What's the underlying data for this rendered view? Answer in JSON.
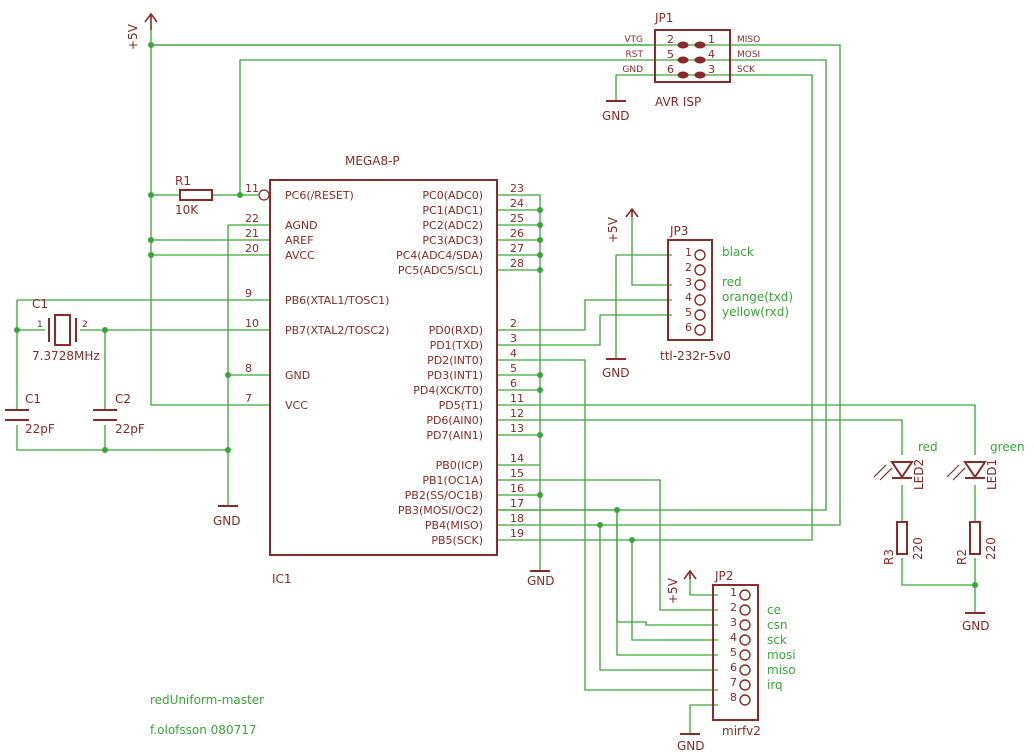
{
  "ic1": {
    "name": "IC1",
    "value": "MEGA8-P",
    "left_pins": [
      {
        "num": "1",
        "name": "PC6(/RESET)"
      },
      {
        "num": "22",
        "name": "AGND"
      },
      {
        "num": "21",
        "name": "AREF"
      },
      {
        "num": "20",
        "name": "AVCC"
      },
      {
        "num": "9",
        "name": "PB6(XTAL1/TOSC1)"
      },
      {
        "num": "10",
        "name": "PB7(XTAL2/TOSC2)"
      },
      {
        "num": "8",
        "name": "GND"
      },
      {
        "num": "7",
        "name": "VCC"
      }
    ],
    "right_pins": [
      {
        "num": "23",
        "name": "PC0(ADC0)"
      },
      {
        "num": "24",
        "name": "PC1(ADC1)"
      },
      {
        "num": "25",
        "name": "PC2(ADC2)"
      },
      {
        "num": "26",
        "name": "PC3(ADC3)"
      },
      {
        "num": "27",
        "name": "PC4(ADC4/SDA)"
      },
      {
        "num": "28",
        "name": "PC5(ADC5/SCL)"
      },
      {
        "num": "2",
        "name": "PD0(RXD)"
      },
      {
        "num": "3",
        "name": "PD1(TXD)"
      },
      {
        "num": "4",
        "name": "PD2(INT0)"
      },
      {
        "num": "5",
        "name": "PD3(INT1)"
      },
      {
        "num": "6",
        "name": "PD4(XCK/T0)"
      },
      {
        "num": "11",
        "name": "PD5(T1)"
      },
      {
        "num": "12",
        "name": "PD6(AIN0)"
      },
      {
        "num": "13",
        "name": "PD7(AIN1)"
      },
      {
        "num": "14",
        "name": "PB0(ICP)"
      },
      {
        "num": "15",
        "name": "PB1(OC1A)"
      },
      {
        "num": "16",
        "name": "PB2(SS/OC1B)"
      },
      {
        "num": "17",
        "name": "PB3(MOSI/OC2)"
      },
      {
        "num": "18",
        "name": "PB4(MISO)"
      },
      {
        "num": "19",
        "name": "PB5(SCK)"
      }
    ]
  },
  "jp1": {
    "name": "JP1",
    "value": "AVR ISP",
    "left": [
      {
        "sig": "VTG",
        "num": "2"
      },
      {
        "sig": "RST",
        "num": "5"
      },
      {
        "sig": "GND",
        "num": "6"
      }
    ],
    "right": [
      {
        "num": "1",
        "sig": "MISO"
      },
      {
        "num": "4",
        "sig": "MOSI"
      },
      {
        "num": "3",
        "sig": "SCK"
      }
    ]
  },
  "jp3": {
    "name": "JP3",
    "value": "ttl-232r-5v0",
    "pins": [
      "1",
      "2",
      "3",
      "4",
      "5",
      "6"
    ],
    "labels": [
      "black",
      "",
      "red",
      "orange(txd)",
      "yellow(rxd)",
      ""
    ]
  },
  "jp2": {
    "name": "JP2",
    "value": "mirfv2",
    "pins": [
      "1",
      "2",
      "3",
      "4",
      "5",
      "6",
      "7",
      "8"
    ],
    "labels": [
      "",
      "ce",
      "csn",
      "sck",
      "mosi",
      "miso",
      "irq",
      ""
    ]
  },
  "r1": {
    "name": "R1",
    "value": "10K"
  },
  "r2": {
    "name": "R2",
    "value": "220"
  },
  "r3": {
    "name": "R3",
    "value": "220"
  },
  "q1": {
    "name": "C1",
    "value": "7.3728MHz",
    "pin1": "1",
    "pin2": "2"
  },
  "c1": {
    "name": "C1",
    "value": "22pF"
  },
  "c2": {
    "name": "C2",
    "value": "22pF"
  },
  "led1": {
    "name": "LED1",
    "color": "green"
  },
  "led2": {
    "name": "LED2",
    "color": "red"
  },
  "supply": {
    "vcc": "+5V",
    "gnd": "GND"
  },
  "title": {
    "project": "redUniform-master",
    "author": "f.olofsson 080717"
  },
  "colors": {
    "wire": "#3aa63a",
    "part": "#8a2a2a",
    "background": "#ffffff"
  }
}
